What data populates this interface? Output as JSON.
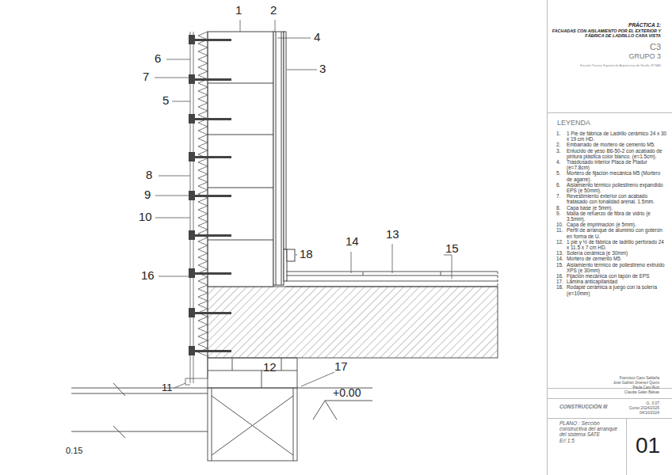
{
  "diagram": {
    "labels": [
      "1",
      "2",
      "4",
      "3",
      "6",
      "7",
      "5",
      "8",
      "9",
      "10",
      "16",
      "18",
      "14",
      "13",
      "15",
      "12",
      "17",
      "11",
      "+0.00",
      "0.15",
      "PRÁCTICA 1:",
      "FACHADAS CON AISLAMIENTO POR EL EXTERIOR Y FÁBRICA DE LADRILLO CARA VISTA",
      "C3",
      "GRUPO 3",
      "Escuela Técnica Superior de Arquitectura de Sevilla. ETSAS",
      "LEYENDA",
      "1.",
      "1 Pie de fábrica de Ladrillo cerámico 24 x 30 x 19 cm HD.",
      "2.",
      "Embarrado de mortero de cemento M5.",
      "3.",
      "Enlucido de yeso B6-50-2 con acabado de pintura plástica color blanco. (e=1.5cm).",
      "4.",
      "Trasdosado interior Placa de Pladur (e=7.8cm)",
      "5.",
      "Mortero de fijación mecánica M5 (Mortero de agarre).",
      "6.",
      "Aislamiento térmico poliestireno expandido EPS (e 50mm).",
      "7.",
      "Revestimiento exterior con acabado fratasado con tonalidad arenal. 1.5mm.",
      "8.",
      "Capa base (e 5mm).",
      "9.",
      "Malla de refuerzo de fibra de vidrio (e 3.5mm).",
      "10.",
      "Capa de imprimación (e 5mm).",
      "11.",
      "Perfil de arranque de aluminio con goterón en forma de U.",
      "12.",
      "1 pie y ½ de fábrica de ladrillo perforado 24 x 11.5 x 7 cm HD.",
      "13.",
      "Solería cerámica (e 30mm)",
      "14.",
      "Mortero de cemento M5.",
      "15.",
      "Aislamiento térmico de poliestireno extruido XPS (e 30mm)",
      "16.",
      "Fijación mecánica con tapón de EPS",
      "17.",
      "Lámina anticapilaridad",
      "18.",
      "Rodapié cerámica a juego con la solería (e=10mm)",
      "Francisco Cano Saldaña",
      "José Gabriel Jiménez Quero",
      "Paula Caro Ruiz",
      "Claudia Galán Balsas",
      "CONSTRUCCIÓN III",
      "G. 3.07",
      "Curso 2024/2025",
      "04/10/2024",
      "PLANO : Sección constructiva del arranque del sistema SATE",
      "E// 1:5",
      "01"
    ]
  }
}
